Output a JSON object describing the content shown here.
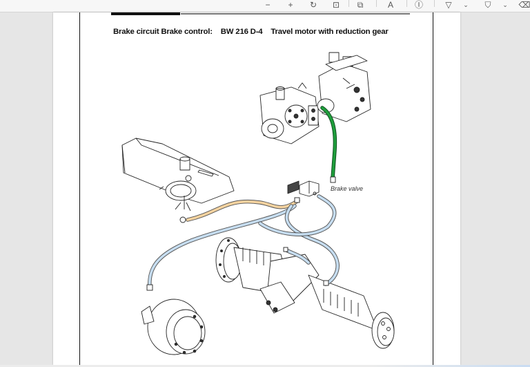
{
  "toolbar": {
    "items": [
      {
        "name": "zoom-out-button",
        "glyph": "−"
      },
      {
        "name": "zoom-in-button",
        "glyph": "+"
      },
      {
        "name": "rotate-button",
        "glyph": "↻"
      },
      {
        "name": "fit-page-button",
        "glyph": "⊡"
      },
      {
        "name": "page-view-button",
        "glyph": "⧉"
      },
      {
        "name": "read-aloud-button",
        "glyph": "A"
      },
      {
        "name": "text-box-button",
        "glyph": "Ⓘ"
      },
      {
        "name": "draw-button",
        "glyph": "▽"
      },
      {
        "name": "draw-options-chevron",
        "glyph": "⌄"
      },
      {
        "name": "highlight-button",
        "glyph": "⛉"
      },
      {
        "name": "highlight-options-chevron",
        "glyph": "⌄"
      },
      {
        "name": "erase-button",
        "glyph": "⌫"
      }
    ]
  },
  "document": {
    "title_parts": [
      "Brake circuit Brake control:",
      "BW 216 D-4",
      "Travel motor with reduction gear"
    ],
    "labels": {
      "brake_valve": "Brake valve"
    },
    "hose_colors": {
      "green_line": "#1f9e3c",
      "orange_line": "#f5d3a0",
      "blue_line": "#c6ddf0"
    }
  }
}
